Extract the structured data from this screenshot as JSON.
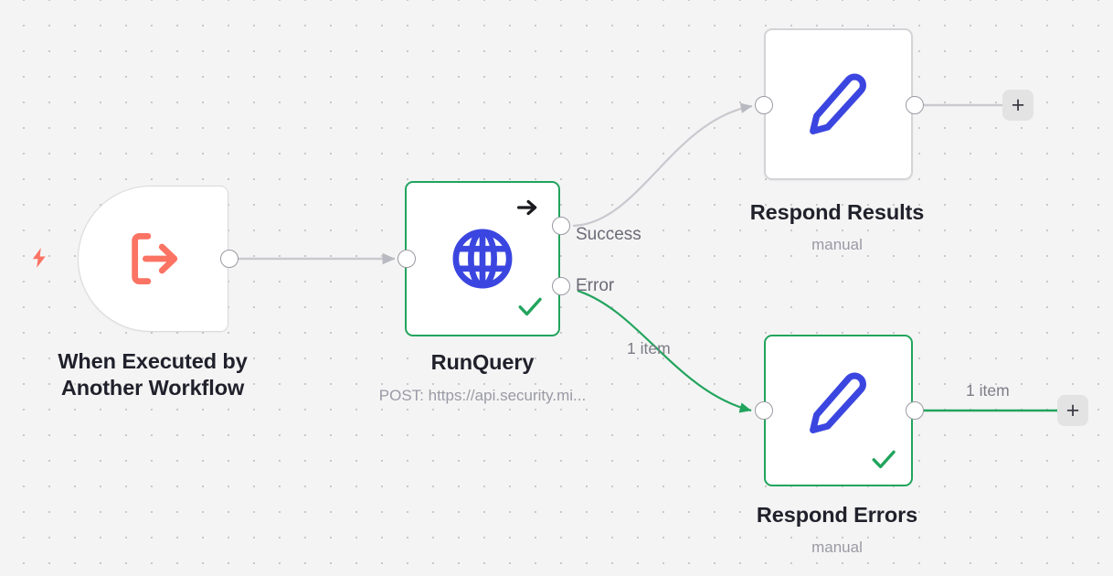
{
  "canvas": {
    "background_color": "#f4f4f4",
    "dot_color": "#c8c8cd"
  },
  "palette": {
    "executed_green": "#22A45D",
    "edge_gray": "#c9c9cf",
    "icon_blue": "#3b46e0",
    "trigger_orange": "#fb7363",
    "title_dark": "#20212b",
    "subtitle_gray": "#9a9aa5"
  },
  "nodes": [
    {
      "id": "trigger",
      "title": "When Executed by\nAnother Workflow",
      "subtitle": "",
      "icon": "workflow-exit-icon",
      "state": "idle",
      "badge": "lightning-bolt-icon"
    },
    {
      "id": "runquery",
      "title": "RunQuery",
      "subtitle": "POST: https://api.security.mi...",
      "icon": "globe-icon",
      "state": "executed",
      "badge": "pin-arrow-icon",
      "outputs": [
        {
          "label": "Success"
        },
        {
          "label": "Error"
        }
      ]
    },
    {
      "id": "respond-results",
      "title": "Respond Results",
      "subtitle": "manual",
      "icon": "pen-icon",
      "state": "idle"
    },
    {
      "id": "respond-errors",
      "title": "Respond Errors",
      "subtitle": "manual",
      "icon": "pen-icon",
      "state": "executed"
    }
  ],
  "connections": [
    {
      "id": "trigger-to-runquery",
      "label": "",
      "color": "#c9c9cf"
    },
    {
      "id": "success-to-respond-results",
      "label": "",
      "color": "#c9c9cf"
    },
    {
      "id": "error-to-respond-errors",
      "label": "1 item",
      "color": "#22A45D"
    },
    {
      "id": "respond-results-to-add",
      "label": "",
      "color": "#c9c9cf"
    },
    {
      "id": "respond-errors-to-add",
      "label": "1 item",
      "color": "#22A45D"
    }
  ],
  "add_buttons": [
    {
      "id": "add-after-respond-results",
      "label": "+"
    },
    {
      "id": "add-after-respond-errors",
      "label": "+"
    }
  ]
}
